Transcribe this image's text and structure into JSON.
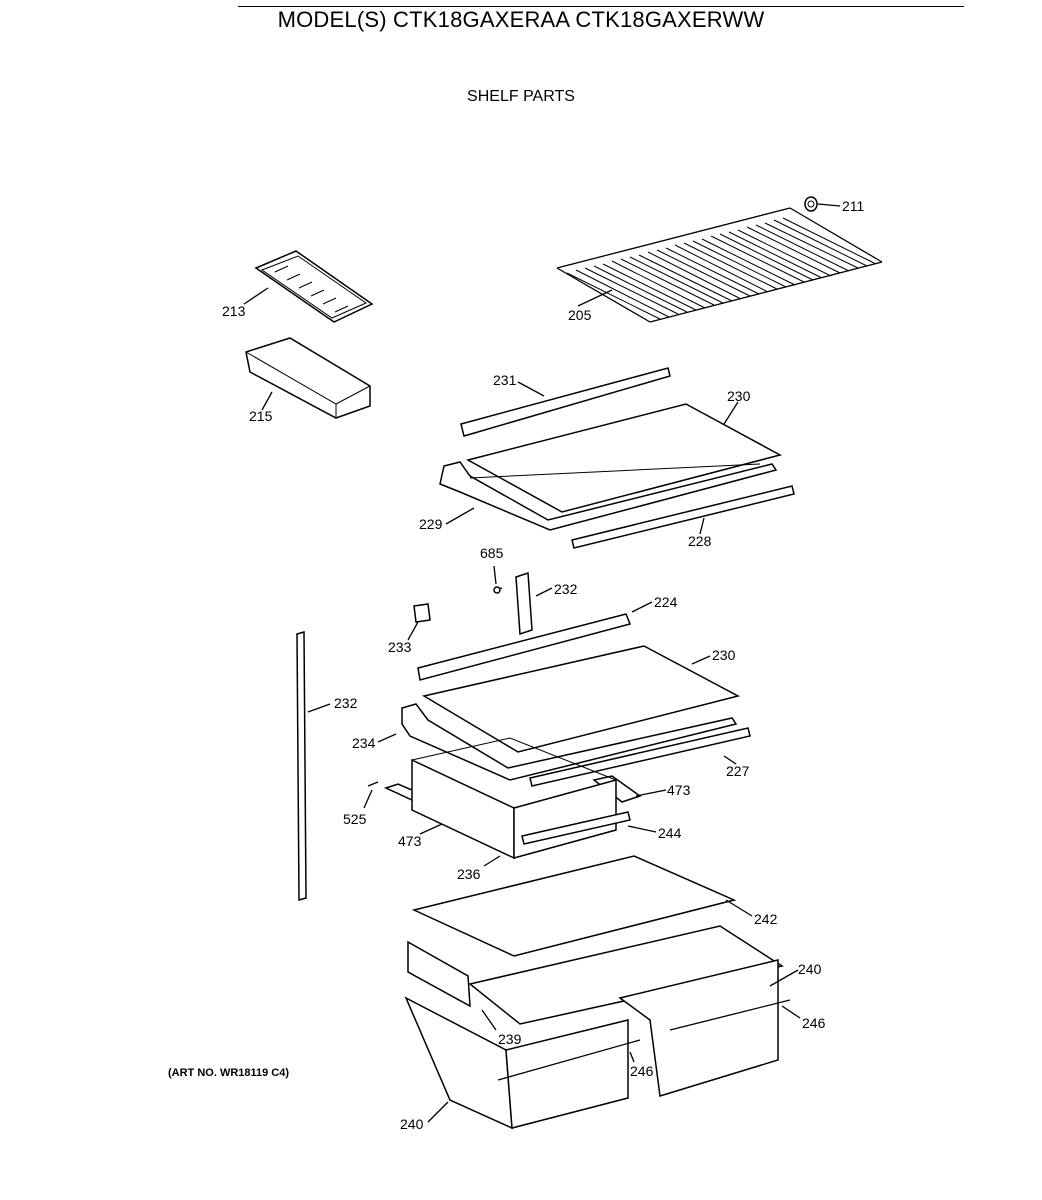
{
  "header": {
    "model_title": "MODEL(S) CTK18GAXERAA  CTK18GAXERWW",
    "section_title": "SHELF PARTS"
  },
  "footer": {
    "art_number": "(ART NO. WR18119 C4)"
  },
  "callouts": {
    "c211": "211",
    "c213": "213",
    "c205": "205",
    "c215": "215",
    "c231": "231",
    "c230a": "230",
    "c229": "229",
    "c228": "228",
    "c685": "685",
    "c232a": "232",
    "c224": "224",
    "c233": "233",
    "c230b": "230",
    "c232b": "232",
    "c234": "234",
    "c227": "227",
    "c473a": "473",
    "c525": "525",
    "c473b": "473",
    "c244": "244",
    "c236": "236",
    "c242": "242",
    "c240a": "240",
    "c246a": "246",
    "c239": "239",
    "c246b": "246",
    "c240b": "240"
  }
}
